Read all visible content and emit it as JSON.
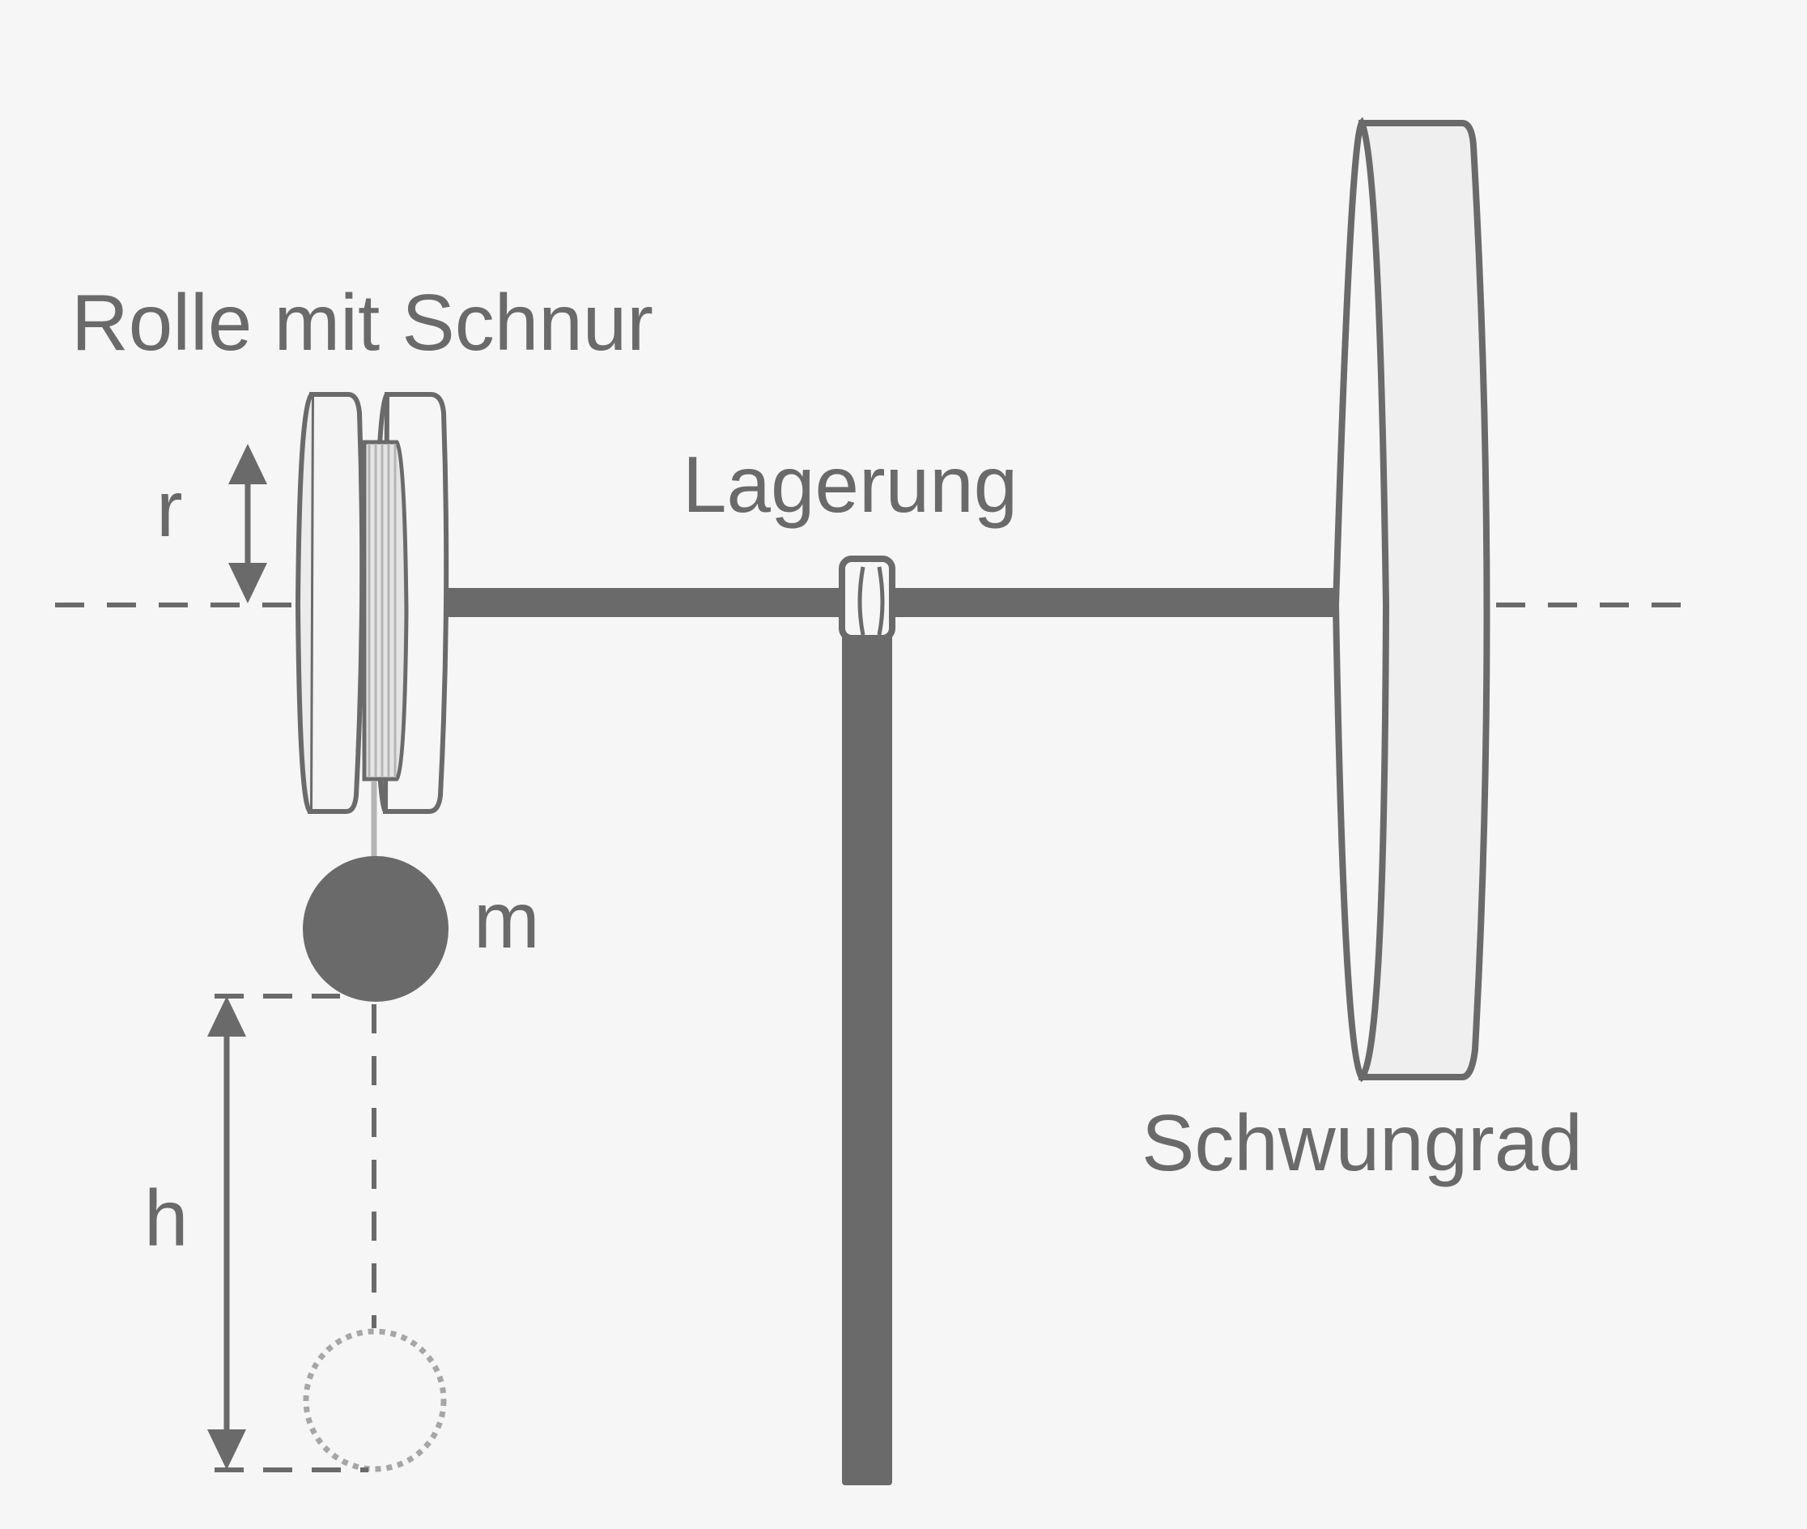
{
  "labels": {
    "pulley": "Rolle mit Schnur",
    "bearing": "Lagerung",
    "flywheel": "Schwungrad",
    "radius": "r",
    "mass": "m",
    "height": "h"
  },
  "colors": {
    "background": "#f6f6f6",
    "dark": "#6a6a6a",
    "light_fill": "#efefef",
    "string": "#b5b5b5",
    "ghost": "#a6a6a6"
  }
}
